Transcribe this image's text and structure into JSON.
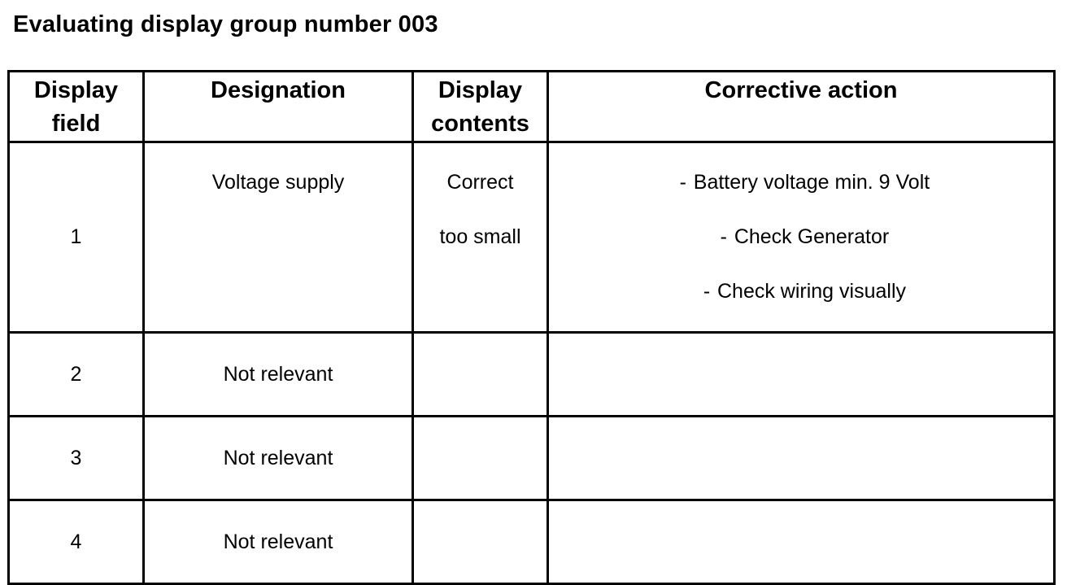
{
  "title": "Evaluating display group number 003",
  "headers": {
    "field": [
      "Display",
      "field"
    ],
    "designation": "Designation",
    "contents": [
      "Display",
      "contents"
    ],
    "action": "Corrective action"
  },
  "rows": [
    {
      "field": "1",
      "designation": "Voltage supply",
      "contents": [
        "Correct",
        "too small"
      ],
      "actions": [
        "Battery voltage min. 9 Volt",
        "Check Generator",
        "Check wiring visually"
      ]
    },
    {
      "field": "2",
      "designation": "Not relevant",
      "contents": [],
      "actions": []
    },
    {
      "field": "3",
      "designation": "Not relevant",
      "contents": [],
      "actions": []
    },
    {
      "field": "4",
      "designation": "Not relevant",
      "contents": [],
      "actions": []
    }
  ]
}
